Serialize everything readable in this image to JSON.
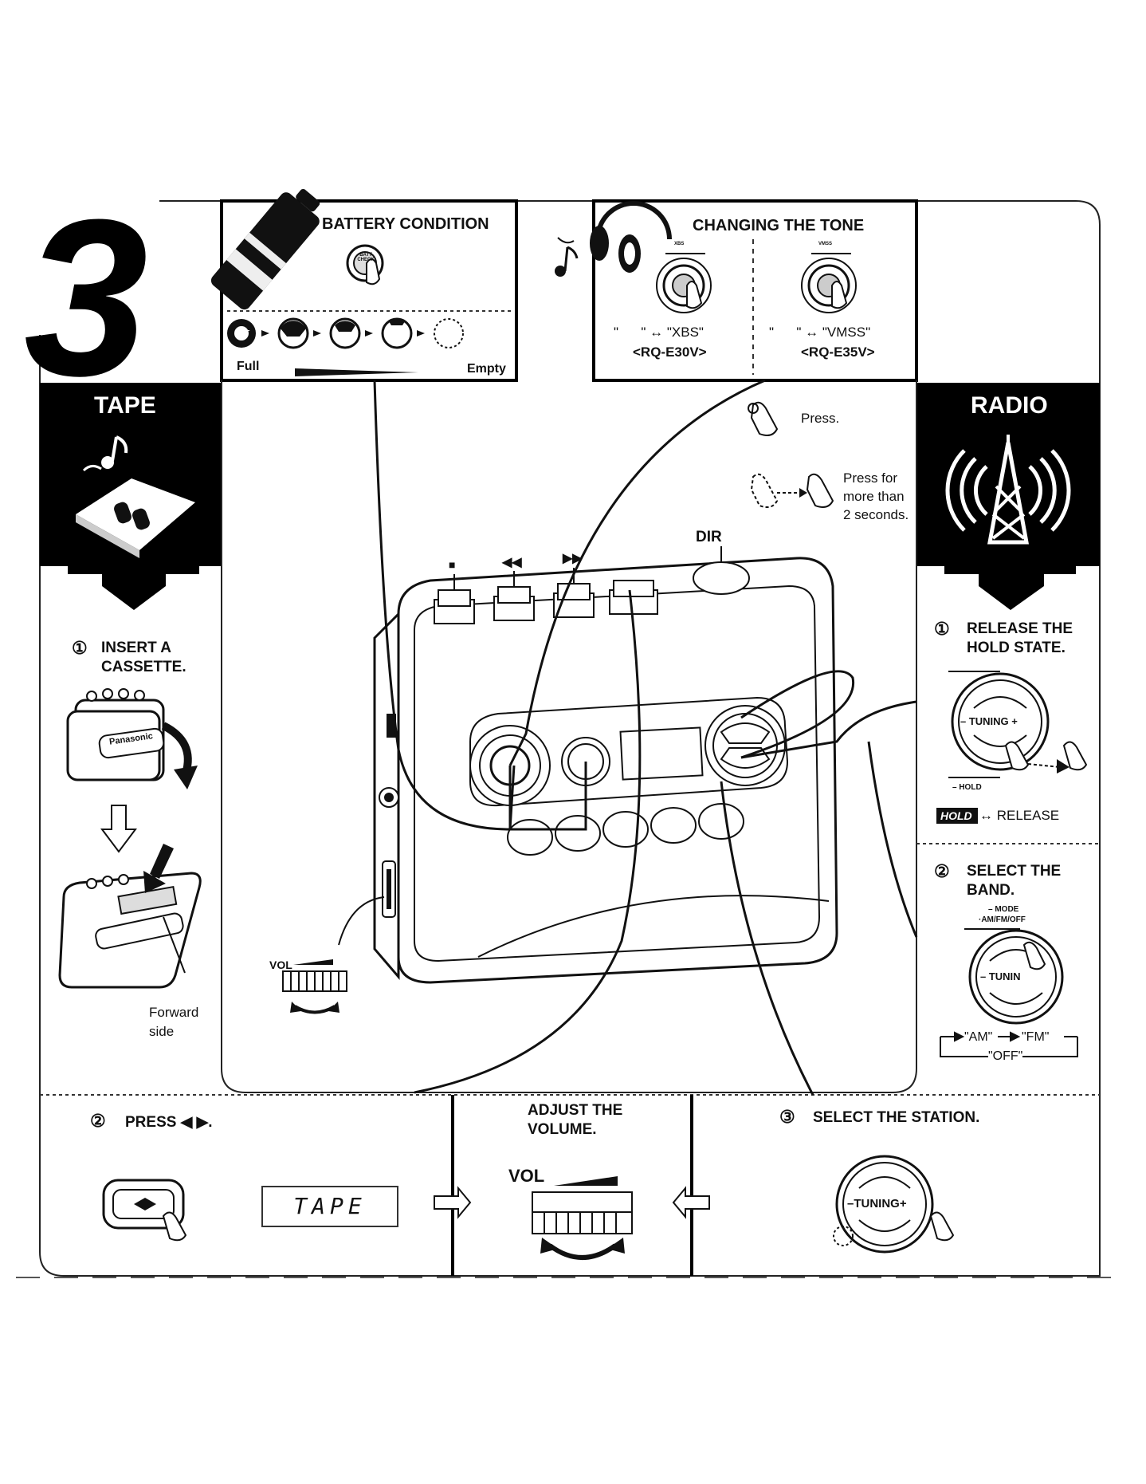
{
  "step_number": "3",
  "battery": {
    "title": "BATTERY CONDITION",
    "button_label": "BATT CHECK",
    "icon_label": "BATT",
    "full": "Full",
    "empty": "Empty"
  },
  "tone": {
    "title": "CHANGING THE TONE",
    "left_dial": "XBS",
    "left_text": "\"      \" ↔ \"XBS\"",
    "left_model": "<RQ-E30V>",
    "right_dial": "VMSS",
    "right_text": "\"      \" ↔ \"VMSS\"",
    "right_model": "<RQ-E35V>"
  },
  "legend": {
    "press": "Press.",
    "press_long_1": "Press for",
    "press_long_2": "more than",
    "press_long_3": "2 seconds."
  },
  "tape": {
    "header": "TAPE",
    "step1_num": "①",
    "step1_line1": "INSERT A",
    "step1_line2": "CASSETTE.",
    "cassette_brand": "Panasonic",
    "forward_1": "Forward",
    "forward_2": "side"
  },
  "device": {
    "dir": "DIR",
    "stop": "■",
    "rewind": "◀◀",
    "ffwd": "▶▶",
    "vol": "VOL"
  },
  "radio": {
    "header": "RADIO",
    "step1_num": "①",
    "step1_line1": "RELEASE THE",
    "step1_line2": "HOLD STATE.",
    "tuning": "– TUNING +",
    "hold": "– HOLD",
    "hold_display": "HOLD",
    "release": "↔ RELEASE",
    "step2_num": "②",
    "step2_line1": "SELECT THE",
    "step2_line2": "BAND.",
    "mode_1": "– MODE",
    "mode_2": "·AM/FM/OFF",
    "tuning_short": "– TUNIN",
    "am": "\"AM\"",
    "fm": "\"FM\"",
    "off": "\"OFF\""
  },
  "bottom": {
    "press_num": "②",
    "press_text": "PRESS ◀ ▶.",
    "lcd": "TAPE",
    "adjust_1": "ADJUST THE",
    "adjust_2": "VOLUME.",
    "vol": "VOL",
    "station_num": "③",
    "station_text": "SELECT THE STATION.",
    "tuning": "–TUNING+"
  }
}
